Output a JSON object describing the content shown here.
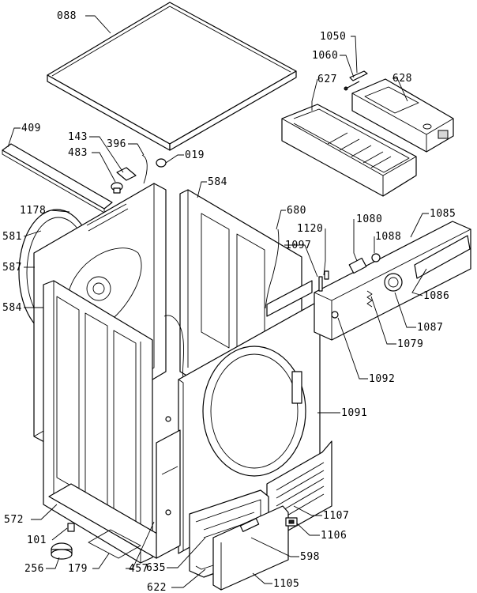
{
  "parts": [
    {
      "id": "p088",
      "label": "088"
    },
    {
      "id": "p1050",
      "label": "1050"
    },
    {
      "id": "p1060",
      "label": "1060"
    },
    {
      "id": "p627",
      "label": "627"
    },
    {
      "id": "p628",
      "label": "628"
    },
    {
      "id": "p409",
      "label": "409"
    },
    {
      "id": "p143",
      "label": "143"
    },
    {
      "id": "p483",
      "label": "483"
    },
    {
      "id": "p396",
      "label": "396"
    },
    {
      "id": "p019",
      "label": "019"
    },
    {
      "id": "p584a",
      "label": "584"
    },
    {
      "id": "p680",
      "label": "680"
    },
    {
      "id": "p1120",
      "label": "1120"
    },
    {
      "id": "p1080",
      "label": "1080"
    },
    {
      "id": "p1085",
      "label": "1085"
    },
    {
      "id": "p1178",
      "label": "1178"
    },
    {
      "id": "p1097",
      "label": "1097"
    },
    {
      "id": "p1088",
      "label": "1088"
    },
    {
      "id": "p581",
      "label": "581"
    },
    {
      "id": "p587",
      "label": "587"
    },
    {
      "id": "p1086",
      "label": "1086"
    },
    {
      "id": "p584b",
      "label": "584"
    },
    {
      "id": "p1087",
      "label": "1087"
    },
    {
      "id": "p1079",
      "label": "1079"
    },
    {
      "id": "p1092",
      "label": "1092"
    },
    {
      "id": "p1091",
      "label": "1091"
    },
    {
      "id": "p572",
      "label": "572"
    },
    {
      "id": "p1107",
      "label": "1107"
    },
    {
      "id": "p101",
      "label": "101"
    },
    {
      "id": "p1106",
      "label": "1106"
    },
    {
      "id": "p256",
      "label": "256"
    },
    {
      "id": "p179",
      "label": "179"
    },
    {
      "id": "p457",
      "label": "457"
    },
    {
      "id": "p635",
      "label": "635"
    },
    {
      "id": "p598",
      "label": "598"
    },
    {
      "id": "p622",
      "label": "622"
    },
    {
      "id": "p1105",
      "label": "1105"
    }
  ]
}
